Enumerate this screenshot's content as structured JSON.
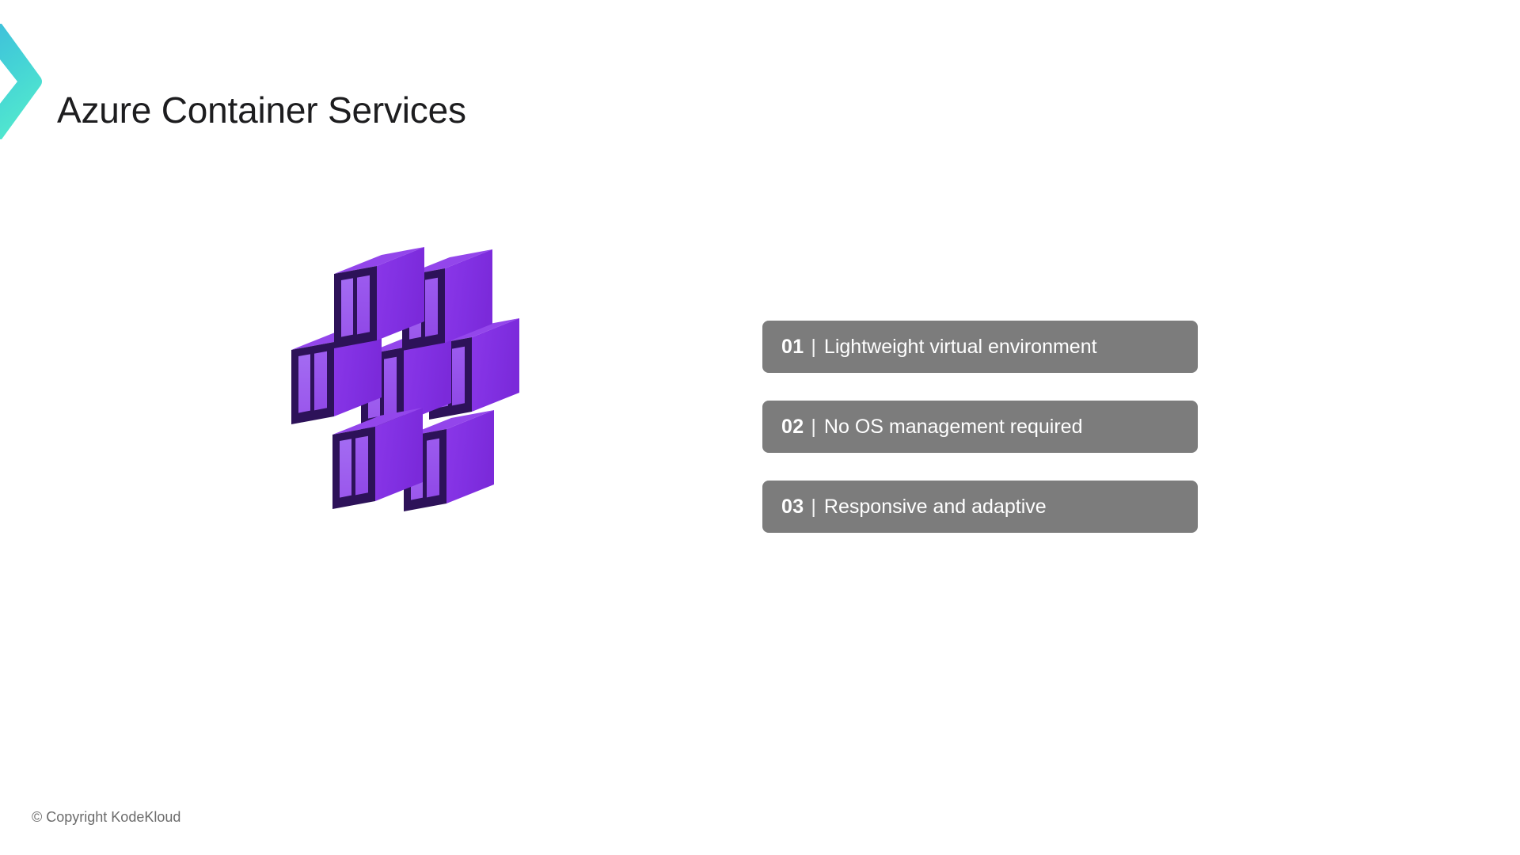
{
  "slide": {
    "title": "Azure Container Services",
    "background_color": "#FFFFFF",
    "title_color": "#1D1D1F"
  },
  "brand": {
    "logo_icon": "chevron-right-logo",
    "gradient_start": "#3FC2D9",
    "gradient_end": "#50E6D0"
  },
  "illustration": {
    "name": "container-cluster-illustration",
    "container_count": 7,
    "layout": "hexagonal 2-3-2",
    "frame_color": "#2D1259",
    "panel_color": "#9B59E8",
    "panel_color_light": "#A96BF0",
    "side_color": "#8332E3",
    "side_color_dark": "#7A29DC",
    "top_color": "#9346EB"
  },
  "features": {
    "badge_color": "#7C7C7C",
    "text_color": "#FFFFFF",
    "separator": "|",
    "items": [
      {
        "index": "01",
        "label": "Lightweight virtual environment"
      },
      {
        "index": "02",
        "label": "No OS management required"
      },
      {
        "index": "03",
        "label": "Responsive and adaptive"
      }
    ]
  },
  "footer": {
    "copyright": "© Copyright KodeKloud",
    "color": "#6B6B6B"
  }
}
